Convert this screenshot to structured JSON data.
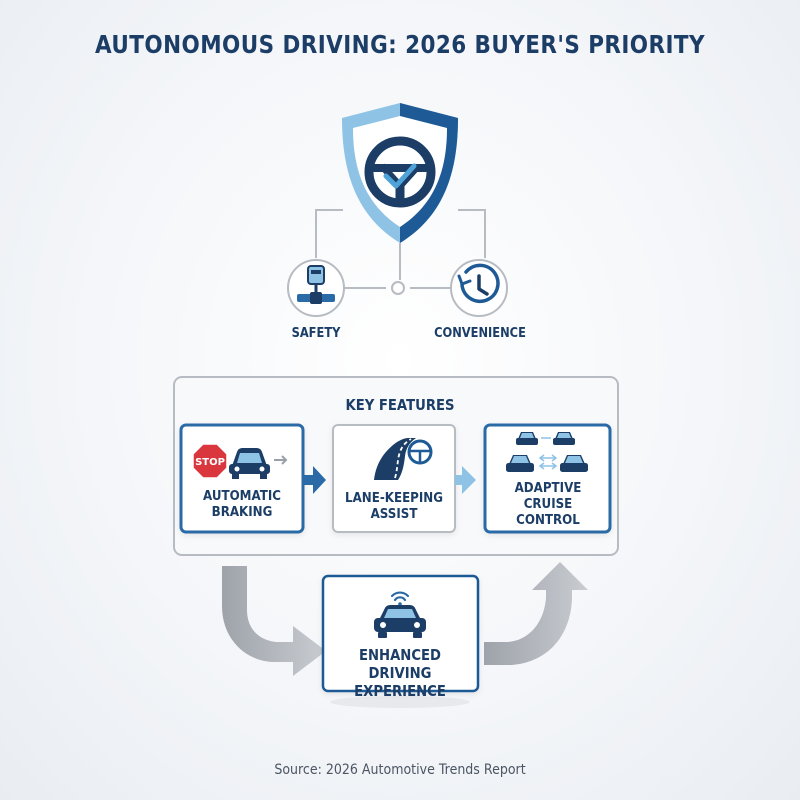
{
  "title": "AUTONOMOUS DRIVING: 2026 BUYER'S PRIORITY",
  "branches": {
    "left": "SAFETY",
    "right": "CONVENIENCE"
  },
  "key_features": {
    "heading": "KEY FEATURES",
    "items": [
      {
        "label": "AUTOMATIC BRAKING",
        "icon": "stop-sign-car-icon",
        "badge": "STOP"
      },
      {
        "label": "LANE-KEEPING ASSIST",
        "icon": "road-steering-wheel-icon"
      },
      {
        "label": "ADAPTIVE CRUISE CONTROL",
        "icon": "car-distance-icon"
      }
    ]
  },
  "outcome": {
    "label": "ENHANCED DRIVING EXPERIENCE",
    "icon": "connected-car-icon"
  },
  "source": "Source: 2026 Automotive Trends Report",
  "colors": {
    "navy": "#1b3d66",
    "blue": "#2a6aa6",
    "light_blue": "#8ec3e6",
    "gray_arrow": "#b8bcc2",
    "stop_red": "#d9363e"
  }
}
